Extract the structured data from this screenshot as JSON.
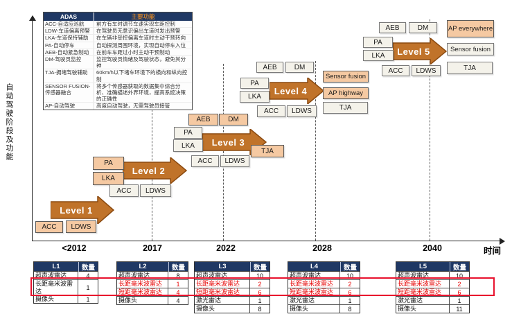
{
  "colors": {
    "arrow_fill": "#c0732a",
    "arrow_stroke": "#8b4a10",
    "new_feature_fill": "#f5c9a2",
    "carried_feature_fill": "#f4f2ea",
    "table_header_bg": "#1f3864",
    "table_header_accent_text": "#c87e2e",
    "highlight_red": "#e8112d",
    "red_text": "#e60000"
  },
  "axes": {
    "y_label": "自动驾驶阶段及功能",
    "x_label": "时间",
    "timeline": [
      "<2012",
      "2017",
      "2022",
      "2028",
      "2040"
    ]
  },
  "adas_table": {
    "col1_header": "ADAS",
    "col2_header": "主要功能",
    "rows": [
      {
        "adas": "ACC-自适应巡航",
        "func": "前方有车时调节车速实现车距控制"
      },
      {
        "adas": "LDW-车道偏离预警",
        "func": "在驾驶员无意识偏出车道时发出预警"
      },
      {
        "adas": "LKA-车道保持辅助",
        "func": "在车辆非受控偏离车道时主动干预转向"
      },
      {
        "adas": "PA-自动停车",
        "func": "自动探测周围环境，实现自动停车入位"
      },
      {
        "adas": "AEB-自动紧急制动",
        "func": "在前车车距过小时主动干预制动"
      },
      {
        "adas": "DM-驾驶员监控",
        "func": "监控驾驶员情绪及驾驶状态，避免其分神"
      },
      {
        "adas": "TJA-拥堵驾驶辅助",
        "func": "60km/h以下堵车环境下的横向和纵向控制"
      },
      {
        "adas": "SENSOR FUSION-传感器融合",
        "func": "将多个传感器获取的数据集中综合分析、准确描述外界环境，提高系统决策的正确性"
      },
      {
        "adas": "AP-自动驾驶",
        "func": "高度自动驾驶，无需驾驶员接管"
      }
    ]
  },
  "levels": [
    {
      "label": "Level 1",
      "new_features": [
        "ACC",
        "LDWS"
      ],
      "carried_features": []
    },
    {
      "label": "Level 2",
      "new_features": [
        "PA",
        "LKA"
      ],
      "carried_features": [
        "ACC",
        "LDWS"
      ]
    },
    {
      "label": "Level 3",
      "new_features": [
        "AEB",
        "DM",
        "TJA"
      ],
      "carried_features": [
        "PA",
        "LKA",
        "ACC",
        "LDWS"
      ]
    },
    {
      "label": "Level 4",
      "new_features": [
        "Sensor fusion",
        "AP highway"
      ],
      "carried_features": [
        "AEB",
        "DM",
        "PA",
        "LKA",
        "TJA",
        "ACC",
        "LDWS"
      ]
    },
    {
      "label": "Level 5",
      "new_features": [
        "AP everywhere"
      ],
      "carried_features": [
        "AEB",
        "DM",
        "PA",
        "LKA",
        "Sensor fusion",
        "TJA",
        "ACC",
        "LDWS"
      ]
    }
  ],
  "sensor_tables": [
    {
      "header": "L1",
      "qty_header": "数量",
      "rows": [
        {
          "name": "超声波雷达",
          "qty": 4,
          "red": false
        },
        {
          "name": "长距毫米波雷达",
          "qty": 1,
          "red": false
        },
        {
          "name": "摄像头",
          "qty": 1,
          "red": false
        }
      ]
    },
    {
      "header": "L2",
      "qty_header": "数量",
      "rows": [
        {
          "name": "超声波雷达",
          "qty": 8,
          "red": false
        },
        {
          "name": "长距毫米波雷达",
          "qty": 1,
          "red": true
        },
        {
          "name": "短距毫米波雷达",
          "qty": 4,
          "red": true
        },
        {
          "name": "摄像头",
          "qty": 4,
          "red": false
        }
      ]
    },
    {
      "header": "L3",
      "qty_header": "数量",
      "rows": [
        {
          "name": "超声波雷达",
          "qty": 10,
          "red": false
        },
        {
          "name": "长距毫米波雷达",
          "qty": 2,
          "red": true
        },
        {
          "name": "短距毫米波雷达",
          "qty": 6,
          "red": true
        },
        {
          "name": "激光雷达",
          "qty": 1,
          "red": false
        },
        {
          "name": "摄像头",
          "qty": 8,
          "red": false
        }
      ]
    },
    {
      "header": "L4",
      "qty_header": "数量",
      "rows": [
        {
          "name": "超声波雷达",
          "qty": 10,
          "red": false
        },
        {
          "name": "长距毫米波雷达",
          "qty": 2,
          "red": true
        },
        {
          "name": "短距毫米波雷达",
          "qty": 6,
          "red": true
        },
        {
          "name": "激光雷达",
          "qty": 1,
          "red": false
        },
        {
          "name": "摄像头",
          "qty": 8,
          "red": false
        }
      ]
    },
    {
      "header": "L5",
      "qty_header": "数量",
      "rows": [
        {
          "name": "超声波雷达",
          "qty": 10,
          "red": false
        },
        {
          "name": "长距毫米波雷达",
          "qty": 2,
          "red": true
        },
        {
          "name": "短距毫米波雷达",
          "qty": 6,
          "red": true
        },
        {
          "name": "激光雷达",
          "qty": 1,
          "red": false
        },
        {
          "name": "摄像头",
          "qty": 11,
          "red": false
        }
      ]
    }
  ]
}
